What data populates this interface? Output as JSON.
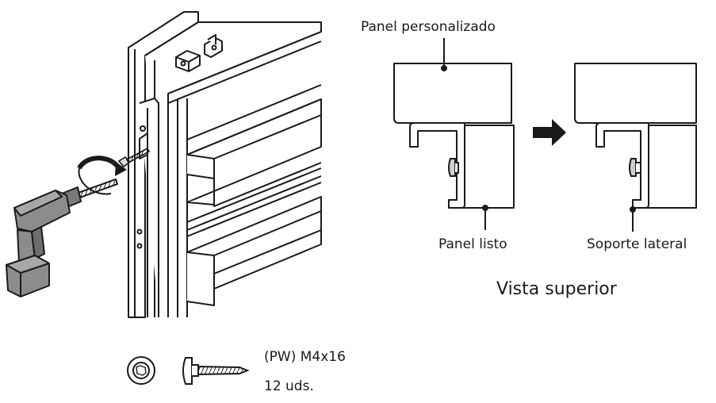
{
  "labels": {
    "custom_panel": "Panel personalizado",
    "ready_panel": "Panel listo",
    "side_bracket": "Soporte lateral",
    "top_view": "Vista superior",
    "screw_spec": "(PW) M4x16",
    "screw_qty": "12 uds."
  },
  "colors": {
    "line": "#1a1a1a",
    "drill_body": "#8c8c8c",
    "drill_dark": "#6e6e6e",
    "drill_light": "#a8a8a8",
    "fill": "#ffffff"
  },
  "icons": {
    "drill": "power-drill-icon",
    "arrow": "right-arrow-icon",
    "rotation": "rotation-arrow-icon",
    "screw_head": "screw-head-top-icon",
    "screw_side": "screw-side-icon"
  }
}
